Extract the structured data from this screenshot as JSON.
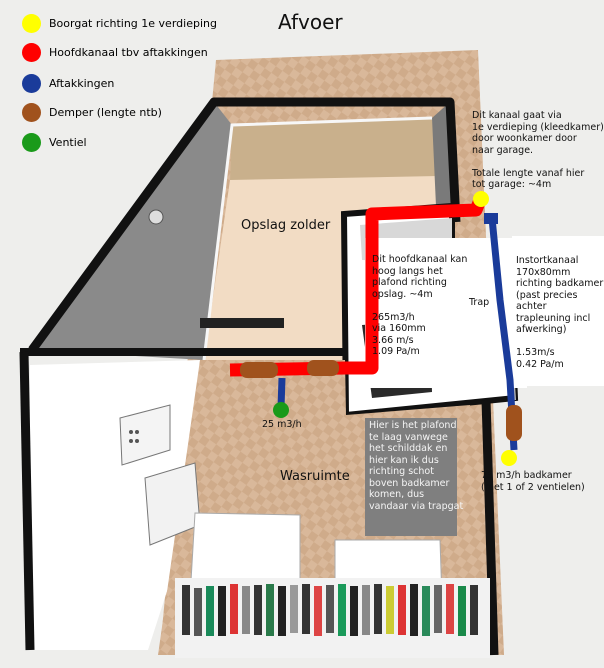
{
  "title": "Afvoer",
  "legend": [
    {
      "label": "Boorgat richting 1e verdieping",
      "color": "#ffff00"
    },
    {
      "label": "Hoofdkanaal tbv aftakkingen",
      "color": "#ff0000"
    },
    {
      "label": "Aftakkingen",
      "color": "#1a3b9a"
    },
    {
      "label": "Demper (lengte ntb)",
      "color": "#a0521d"
    },
    {
      "label": "Ventiel",
      "color": "#1a9a1a"
    }
  ],
  "rooms": {
    "attic": "Opslag zolder",
    "laundry": "Wasruimte",
    "stairs": "Trap"
  },
  "notes": {
    "top_right": "Dit kanaal gaat via\n1e verdieping (kleedkamer)\ndoor woonkamer door\nnaar garage.\n\nTotale lengte vanaf hier\ntot garage: ~4m",
    "main_duct": "Dit hoofdkanaal kan\nhoog langs het\nplafond richting\nopslag. ~4m\n\n265m3/h\nvia 160mm\n3.66 m/s\n1.09 Pa/m",
    "instort": "Instortkanaal\n170x80mm\nrichting badkamer\n(past precies achter\ntrapleuning incl\nafwerking)\n\n1.53m/s\n0.42 Pa/m",
    "ceiling": "Hier is het plafond\nte laag vanwege\nhet schilddak en\nhier kan ik dus\nrichting schot\nboven badkamer\nkomen, dus\nvandaar via trapgat",
    "valve_flow": "25 m3/h",
    "bathroom_flow": "75 m3/h badkamer\n(met 1 of 2 ventielen)"
  }
}
